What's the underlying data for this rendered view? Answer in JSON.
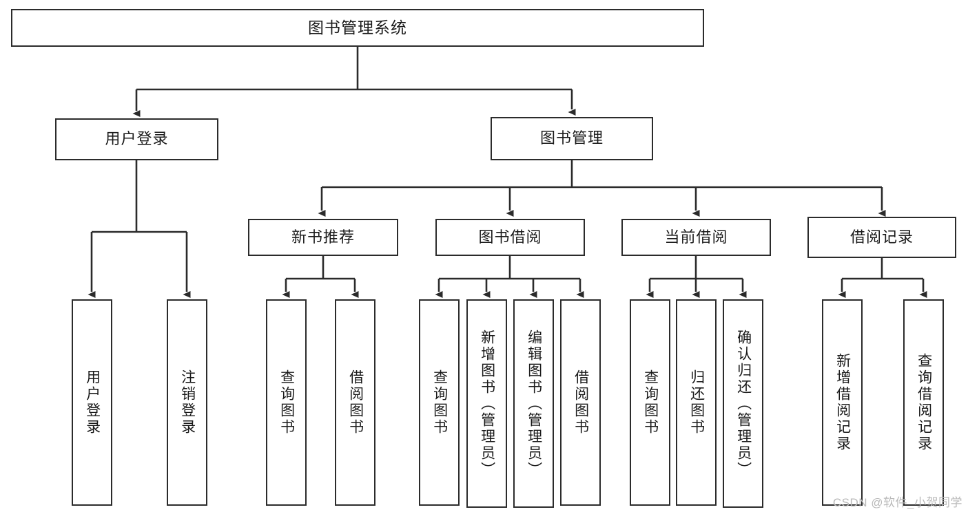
{
  "diagram": {
    "title": "图书管理系统",
    "type": "hierarchy-tree",
    "background": "#ffffff",
    "stroke_color": "#2b2b2b",
    "text_color": "#1a1a1a",
    "watermark": "CSDN @软件_小贺同学",
    "watermark_color": "#b9b9b9"
  },
  "nodes": {
    "root": {
      "label": "图书管理系统"
    },
    "level2": [
      {
        "label": "用户登录"
      },
      {
        "label": "图书管理"
      }
    ],
    "level3": [
      {
        "label": "新书推荐"
      },
      {
        "label": "图书借阅"
      },
      {
        "label": "当前借阅"
      },
      {
        "label": "借阅记录"
      }
    ],
    "leaves": {
      "user_login": [
        {
          "label": "用户登录"
        },
        {
          "label": "注销登录"
        }
      ],
      "new_book_recommend": [
        {
          "label": "查询图书"
        },
        {
          "label": "借阅图书"
        }
      ],
      "book_borrow": [
        {
          "label": "查询图书"
        },
        {
          "label": "新增图书（管理员）"
        },
        {
          "label": "编辑图书（管理员）"
        },
        {
          "label": "借阅图书"
        }
      ],
      "current_borrow": [
        {
          "label": "查询图书"
        },
        {
          "label": "归还图书"
        },
        {
          "label": "确认归还（管理员）"
        }
      ],
      "borrow_record": [
        {
          "label": "新增借阅记录"
        },
        {
          "label": "查询借阅记录"
        }
      ]
    }
  }
}
